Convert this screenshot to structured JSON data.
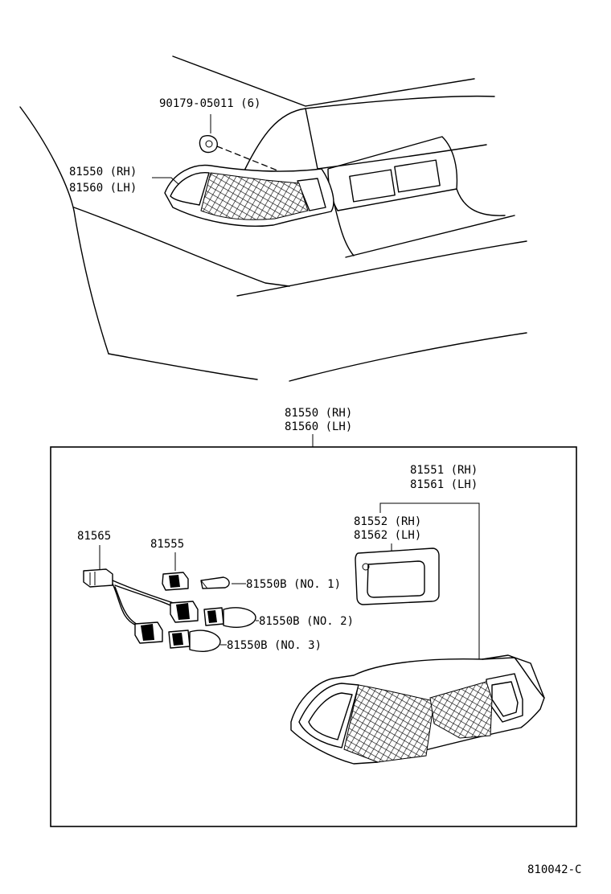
{
  "labels": {
    "clip": "90179-05011 (6)",
    "top_lamp_rh": "81550 (RH)",
    "top_lamp_lh": "81560 (LH)",
    "assy_rh": "81550 (RH)",
    "assy_lh": "81560 (LH)",
    "lens_rh": "81551 (RH)",
    "lens_lh": "81561 (LH)",
    "gasket_rh": "81552 (RH)",
    "gasket_lh": "81562 (LH)",
    "wire": "81565",
    "socket": "81555",
    "bulb1": "81550B (NO. 1)",
    "bulb2": "81550B (NO. 2)",
    "bulb3": "81550B (NO. 3)",
    "figure_code": "810042-C"
  }
}
